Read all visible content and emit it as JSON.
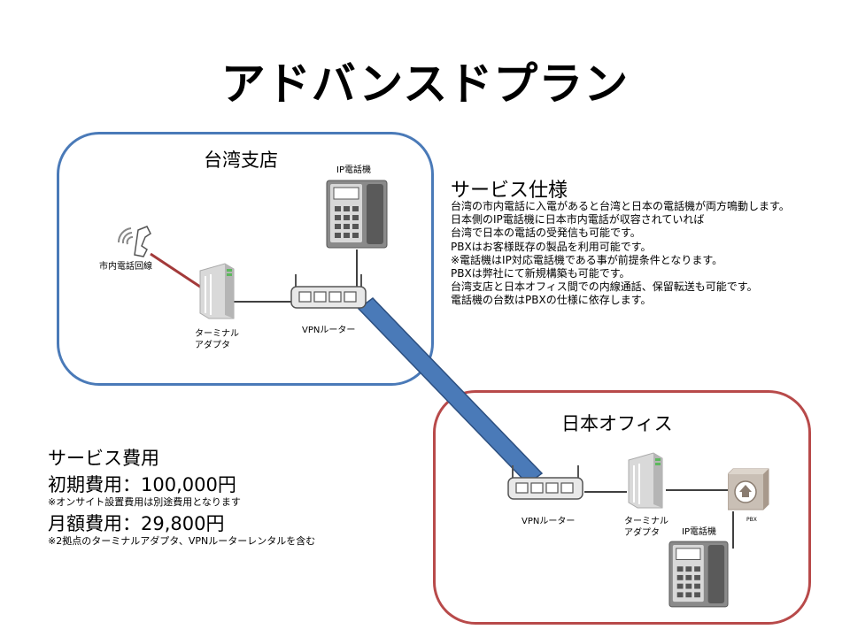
{
  "title": "アドバンスドプラン",
  "taiwan": {
    "title": "台湾支店",
    "ip_phone_label": "IP電話機",
    "line_label": "市内電話回線",
    "ta_label_1": "ターミナル",
    "ta_label_2": "アダプタ",
    "router_label": "VPNルーター"
  },
  "japan": {
    "title": "日本オフィス",
    "router_label": "VPNルーター",
    "ta_label_1": "ターミナル",
    "ta_label_2": "アダプタ",
    "ip_phone_label": "IP電話機",
    "pbx_label": "PBX"
  },
  "spec": {
    "title": "サービス仕様",
    "lines": [
      "台湾の市内電話に入電があると台湾と日本の電話機が両方鳴動します。",
      "日本側のIP電話機に日本市内電話が収容されていれば",
      "台湾で日本の電話の受発信も可能です。",
      "PBXはお客様既存の製品を利用可能です。",
      "※電話機はIP対応電話機である事が前提条件となります。",
      "PBXは弊社にて新規構築も可能です。",
      "台湾支店と日本オフィス間での内線通話、保留転送も可能です。",
      "電話機の台数はPBXの仕様に依存します。"
    ]
  },
  "fees": {
    "title": "サービス費用",
    "initial": "初期費用：100,000円",
    "initial_note": "※オンサイト設置費用は別途費用となります",
    "monthly": "月額費用：29,800円",
    "monthly_note": "※2拠点のターミナルアダプタ、VPNルーターレンタルを含む"
  },
  "colors": {
    "taiwan_border": "#4a7ab8",
    "japan_border": "#b84a4a",
    "vpn_tunnel": "#4a7ab8",
    "line_red": "#a33a3a"
  }
}
